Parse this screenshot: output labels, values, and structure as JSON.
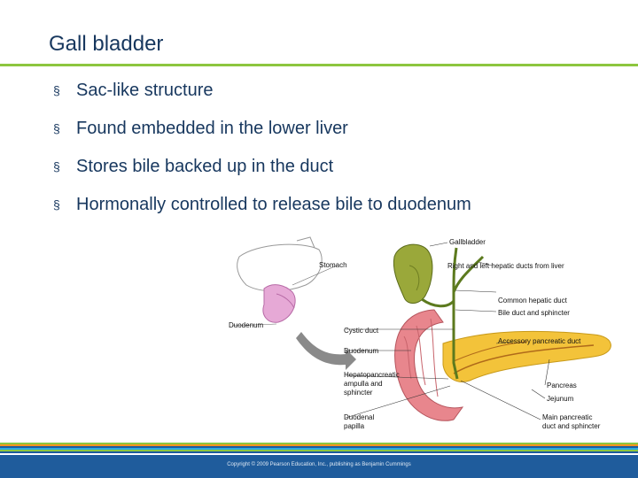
{
  "slide": {
    "title": "Gall bladder",
    "bullet_marker": "§",
    "bullets": [
      "Sac-like structure",
      "Found embedded in the lower liver",
      "Stores bile backed up in the duct",
      "Hormonally controlled to release bile to duodenum"
    ]
  },
  "figure": {
    "labels": {
      "gallbladder": "Gallbladder",
      "hepatic_ducts": "Right and left hepatic ducts from liver",
      "stomach": "Stomach",
      "common_hepatic": "Common hepatic duct",
      "bile_duct": "Bile duct and sphincter",
      "duodenum_left": "Duodenum",
      "cystic_duct": "Cystic duct",
      "accessory": "Accessory pancreatic duct",
      "duodenum": "Duodenum",
      "hepato_1": "Hepatopancreatic",
      "hepato_2": "ampulla and",
      "hepato_3": "sphincter",
      "pancreas": "Pancreas",
      "jejunum": "Jejunum",
      "papilla_1": "Duodenal",
      "papilla_2": "papilla",
      "main_duct_1": "Main pancreatic",
      "main_duct_2": "duct and sphincter"
    }
  },
  "footer": {
    "copyright": "Copyright © 2009 Pearson Education, Inc., publishing as Benjamin Cummings"
  },
  "colors": {
    "title": "#17375e",
    "accent_rule": "#8dc63f",
    "footer": "#1f5c9c",
    "stripes": [
      "#8dc63f",
      "#f7941d",
      "#1f5c9c",
      "#29abe2"
    ]
  }
}
